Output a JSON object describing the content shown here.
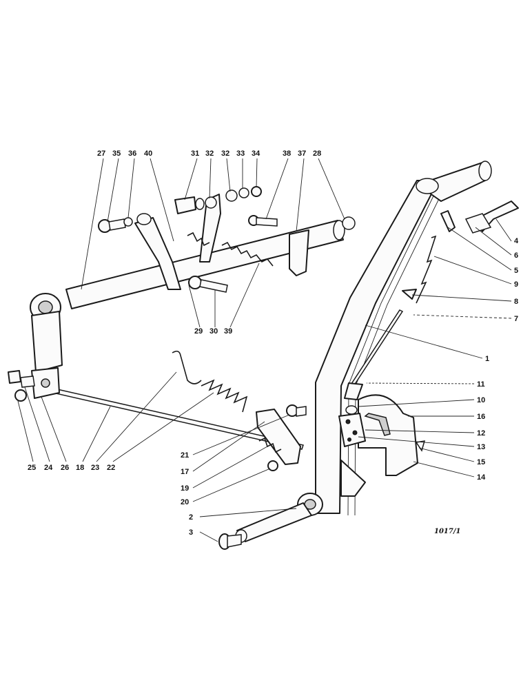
{
  "diagram": {
    "labels": {
      "l1": "1",
      "l2": "2",
      "l3": "3",
      "l4": "4",
      "l5": "5",
      "l6": "6",
      "l7": "7",
      "l8": "8",
      "l9": "9",
      "l10": "10",
      "l11": "11",
      "l12": "12",
      "l13": "13",
      "l14": "14",
      "l15": "15",
      "l16": "16",
      "l17": "17",
      "l18": "18",
      "l19": "19",
      "l20": "20",
      "l21": "21",
      "l22": "22",
      "l23": "23",
      "l24": "24",
      "l25": "25",
      "l26": "26",
      "l27": "27",
      "l28": "28",
      "l29": "29",
      "l30": "30",
      "l31": "31",
      "l32a": "32",
      "l32b": "32",
      "l33": "33",
      "l34": "34",
      "l35": "35",
      "l36": "36",
      "l37": "37",
      "l38": "38",
      "l39": "39",
      "l40": "40"
    },
    "reference": "1017/1"
  }
}
